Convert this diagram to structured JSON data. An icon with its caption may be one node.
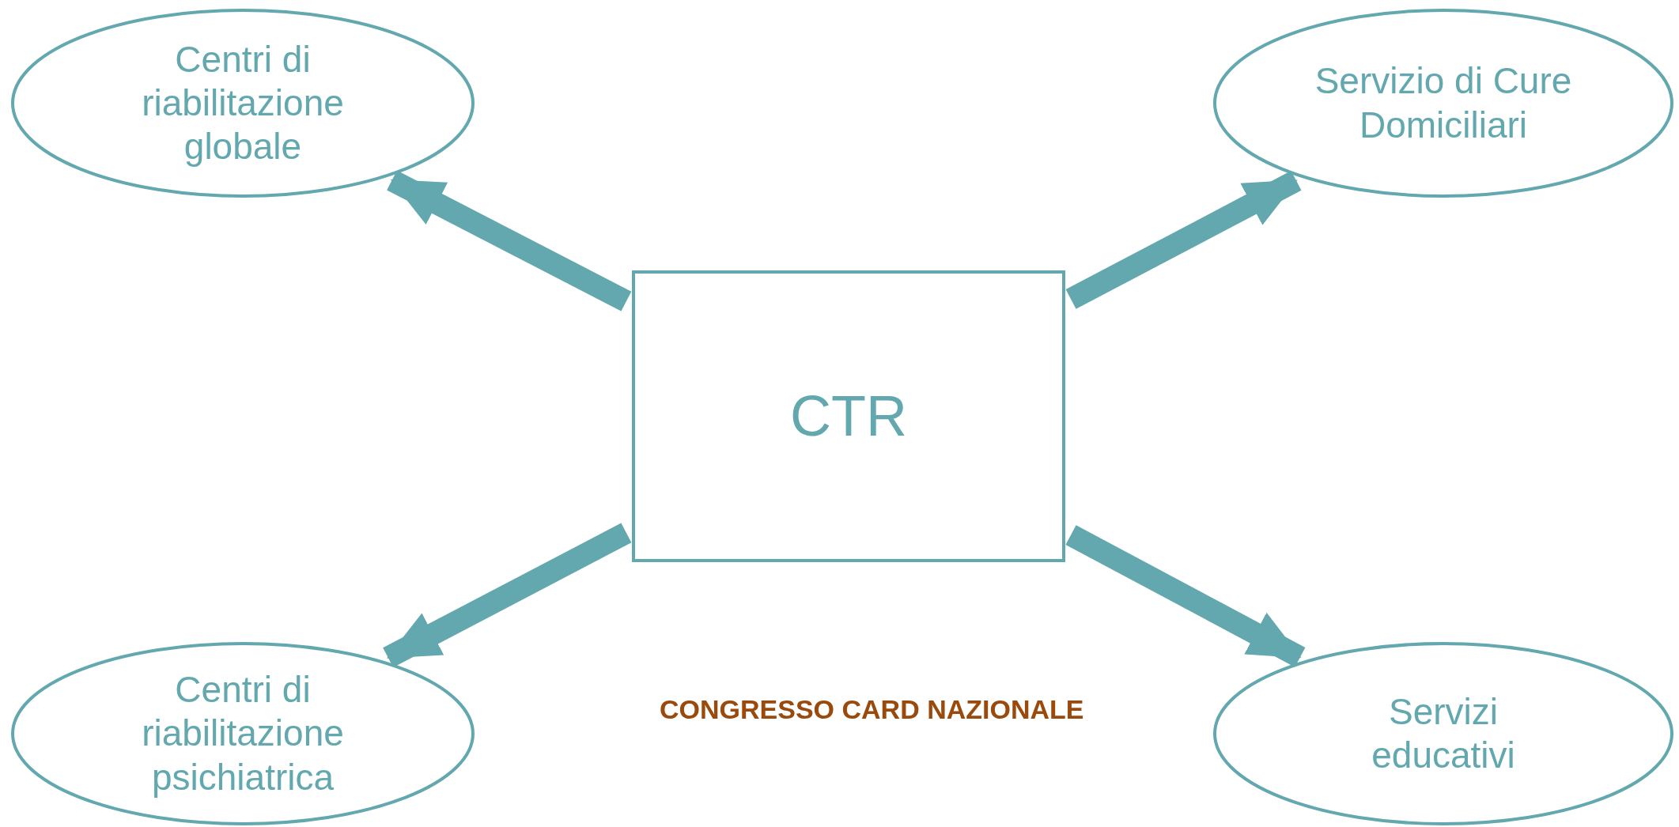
{
  "diagram": {
    "nodes": [
      {
        "text": [
          "Centri di riabilitazione globale"
        ]
      },
      {
        "text": [
          "Servizio di Cure Domiciliari"
        ]
      },
      {
        "text": [
          "CTR"
        ]
      },
      {
        "text": [
          "Centri di riabilitazione psichiatrica"
        ]
      },
      {
        "text": [
          "Servizi educativi"
        ]
      }
    ],
    "edges": [
      {
        "from": 2,
        "to": 0,
        "arrow": "to"
      },
      {
        "from": 2,
        "to": 1,
        "arrow": "to"
      },
      {
        "from": 2,
        "to": 3,
        "arrow": "to"
      },
      {
        "from": 2,
        "to": 4,
        "arrow": "to"
      }
    ],
    "labels": [
      "CONGRESSO CARD NAZIONALE"
    ]
  }
}
